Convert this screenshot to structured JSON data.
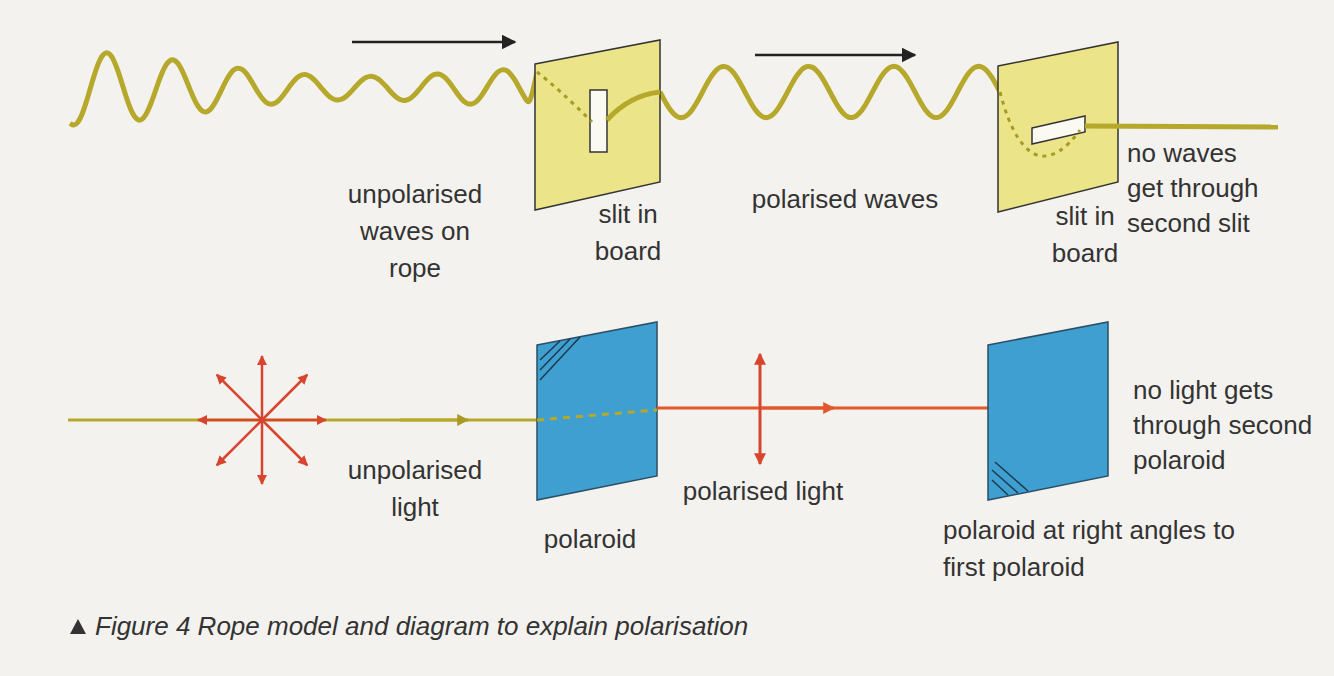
{
  "diagram": {
    "caption": "Figure 4 Rope model and diagram to explain polarisation",
    "labels": [
      "unpolarised waves on rope",
      "slit in board",
      "polarised waves",
      "slit in board",
      "no waves get through second slit",
      "unpolarised light",
      "polaroid",
      "polarised light",
      "no light gets through second polaroid",
      "polaroid at right angles to first polaroid"
    ]
  }
}
